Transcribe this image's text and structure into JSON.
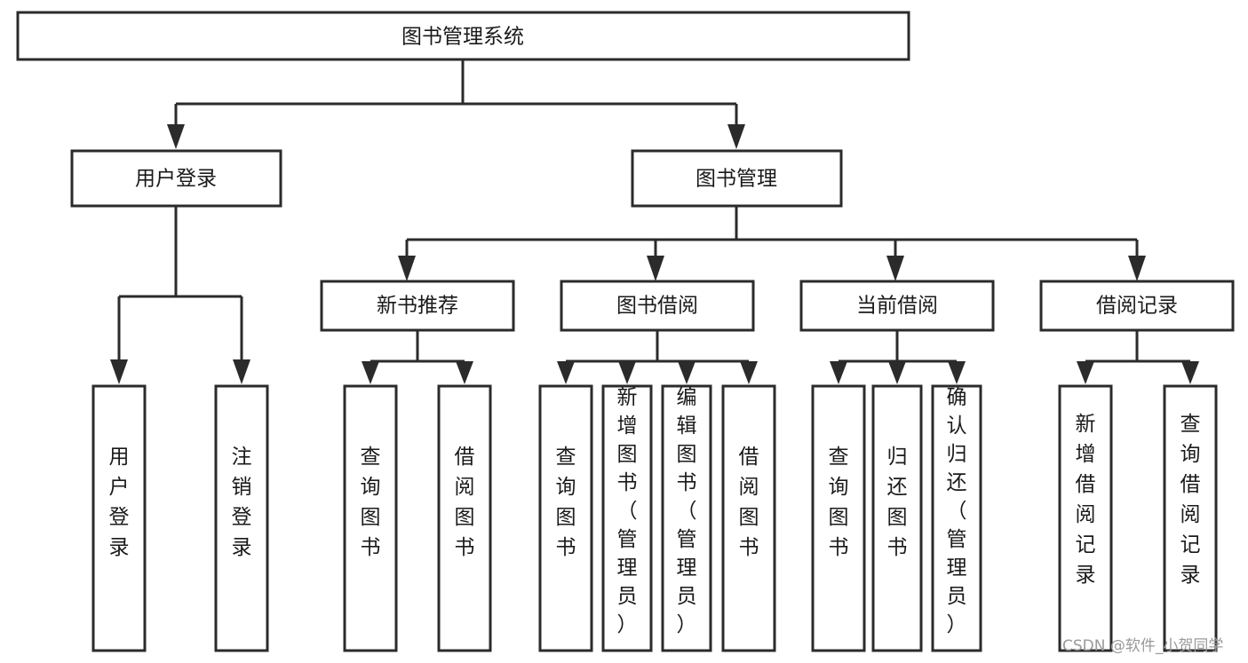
{
  "diagram": {
    "title": "图书管理系统",
    "type": "hierarchy-tree",
    "root": {
      "id": "root",
      "label": "图书管理系统",
      "orientation": "horizontal"
    },
    "level2": [
      {
        "id": "user-login",
        "label": "用户登录",
        "orientation": "horizontal"
      },
      {
        "id": "book-manage",
        "label": "图书管理",
        "orientation": "horizontal"
      }
    ],
    "level3": [
      {
        "id": "new-book-recommend",
        "label": "新书推荐",
        "orientation": "horizontal",
        "parent": "book-manage"
      },
      {
        "id": "book-borrow",
        "label": "图书借阅",
        "orientation": "horizontal",
        "parent": "book-manage"
      },
      {
        "id": "current-borrow",
        "label": "当前借阅",
        "orientation": "horizontal",
        "parent": "book-manage"
      },
      {
        "id": "borrow-record",
        "label": "借阅记录",
        "orientation": "horizontal",
        "parent": "book-manage"
      }
    ],
    "leaves": [
      {
        "id": "leaf-user-login",
        "label": "用户登录",
        "orientation": "vertical",
        "parent": "user-login"
      },
      {
        "id": "leaf-logout-login",
        "label": "注销登录",
        "orientation": "vertical",
        "parent": "user-login"
      },
      {
        "id": "leaf-query-book-1",
        "label": "查询图书",
        "orientation": "vertical",
        "parent": "new-book-recommend"
      },
      {
        "id": "leaf-borrow-book-1",
        "label": "借阅图书",
        "orientation": "vertical",
        "parent": "new-book-recommend"
      },
      {
        "id": "leaf-query-book-2",
        "label": "查询图书",
        "orientation": "vertical",
        "parent": "book-borrow"
      },
      {
        "id": "leaf-add-book",
        "label": "新增图书（管理员）",
        "orientation": "vertical",
        "parent": "book-borrow"
      },
      {
        "id": "leaf-edit-book",
        "label": "编辑图书（管理员）",
        "orientation": "vertical",
        "parent": "book-borrow"
      },
      {
        "id": "leaf-borrow-book-2",
        "label": "借阅图书",
        "orientation": "vertical",
        "parent": "book-borrow"
      },
      {
        "id": "leaf-query-book-3",
        "label": "查询图书",
        "orientation": "vertical",
        "parent": "current-borrow"
      },
      {
        "id": "leaf-return-book",
        "label": "归还图书",
        "orientation": "vertical",
        "parent": "current-borrow"
      },
      {
        "id": "leaf-confirm-return",
        "label": "确认归还（管理员）",
        "orientation": "vertical",
        "parent": "current-borrow"
      },
      {
        "id": "leaf-add-record",
        "label": "新增借阅记录",
        "orientation": "vertical",
        "parent": "borrow-record"
      },
      {
        "id": "leaf-query-record",
        "label": "查询借阅记录",
        "orientation": "vertical",
        "parent": "borrow-record"
      }
    ]
  },
  "watermark": {
    "text": "CSDN @软件_小贺同学"
  },
  "colors": {
    "box_stroke": "#2b2b2b",
    "box_fill": "#ffffff",
    "text": "#1a1a1a",
    "connector": "#2b2b2b",
    "watermark": "#9a9a9a",
    "background": "#ffffff"
  }
}
